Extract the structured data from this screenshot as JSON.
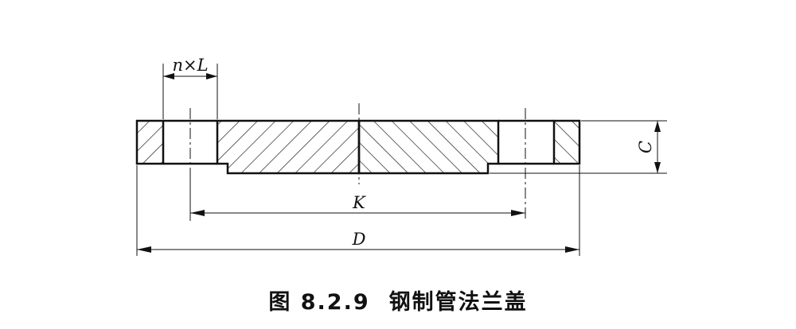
{
  "figure": {
    "labels": {
      "bolt_holes": "n×L",
      "bolt_circle": "K",
      "outer_diameter": "D",
      "thickness": "C"
    },
    "caption": {
      "number": "图 8.2.9",
      "title": "钢制管法兰盖"
    }
  }
}
